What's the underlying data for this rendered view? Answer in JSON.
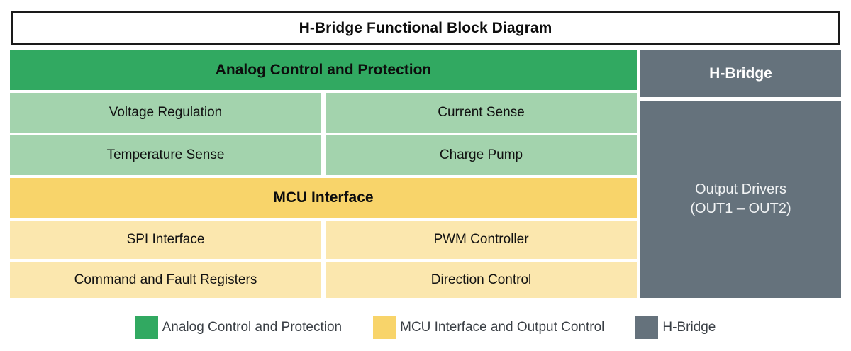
{
  "diagram": {
    "title": "H-Bridge Functional Block Diagram",
    "analog_section": {
      "header": "Analog Control and Protection",
      "blocks": [
        "Voltage Regulation",
        "Current Sense",
        "Temperature Sense",
        "Charge Pump"
      ]
    },
    "mcu_section": {
      "header": "MCU Interface",
      "blocks": [
        "SPI Interface",
        "PWM Controller",
        "Command and Fault Registers",
        "Direction Control"
      ]
    },
    "hbridge_section": {
      "header": "H-Bridge",
      "body_line1": "Output Drivers",
      "body_line2": "(OUT1 – OUT2)"
    },
    "legend": [
      {
        "label": "Analog Control and Protection",
        "color": "#31a961"
      },
      {
        "label": "MCU Interface and Output Control",
        "color": "#f8d46a"
      },
      {
        "label": "H-Bridge",
        "color": "#65727c"
      }
    ],
    "colors": {
      "green_dark": "#31a961",
      "green_light": "#a3d3ad",
      "gold": "#f8d46a",
      "yellow_pale": "#fbe7ae",
      "slate": "#65727c",
      "border": "#1a1a1a",
      "background": "#ffffff"
    }
  }
}
